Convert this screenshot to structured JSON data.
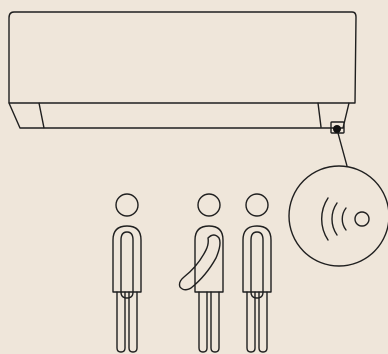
{
  "scene": {
    "background_color": "#efe6da",
    "line_color": "#1f1f1f",
    "objects": [
      "air-conditioner-indoor-unit",
      "presence-sensor",
      "sensor-detection-zoom",
      "person-1",
      "person-2",
      "person-3"
    ],
    "detection_icon": "radio-waves-icon",
    "people_count": 3
  }
}
